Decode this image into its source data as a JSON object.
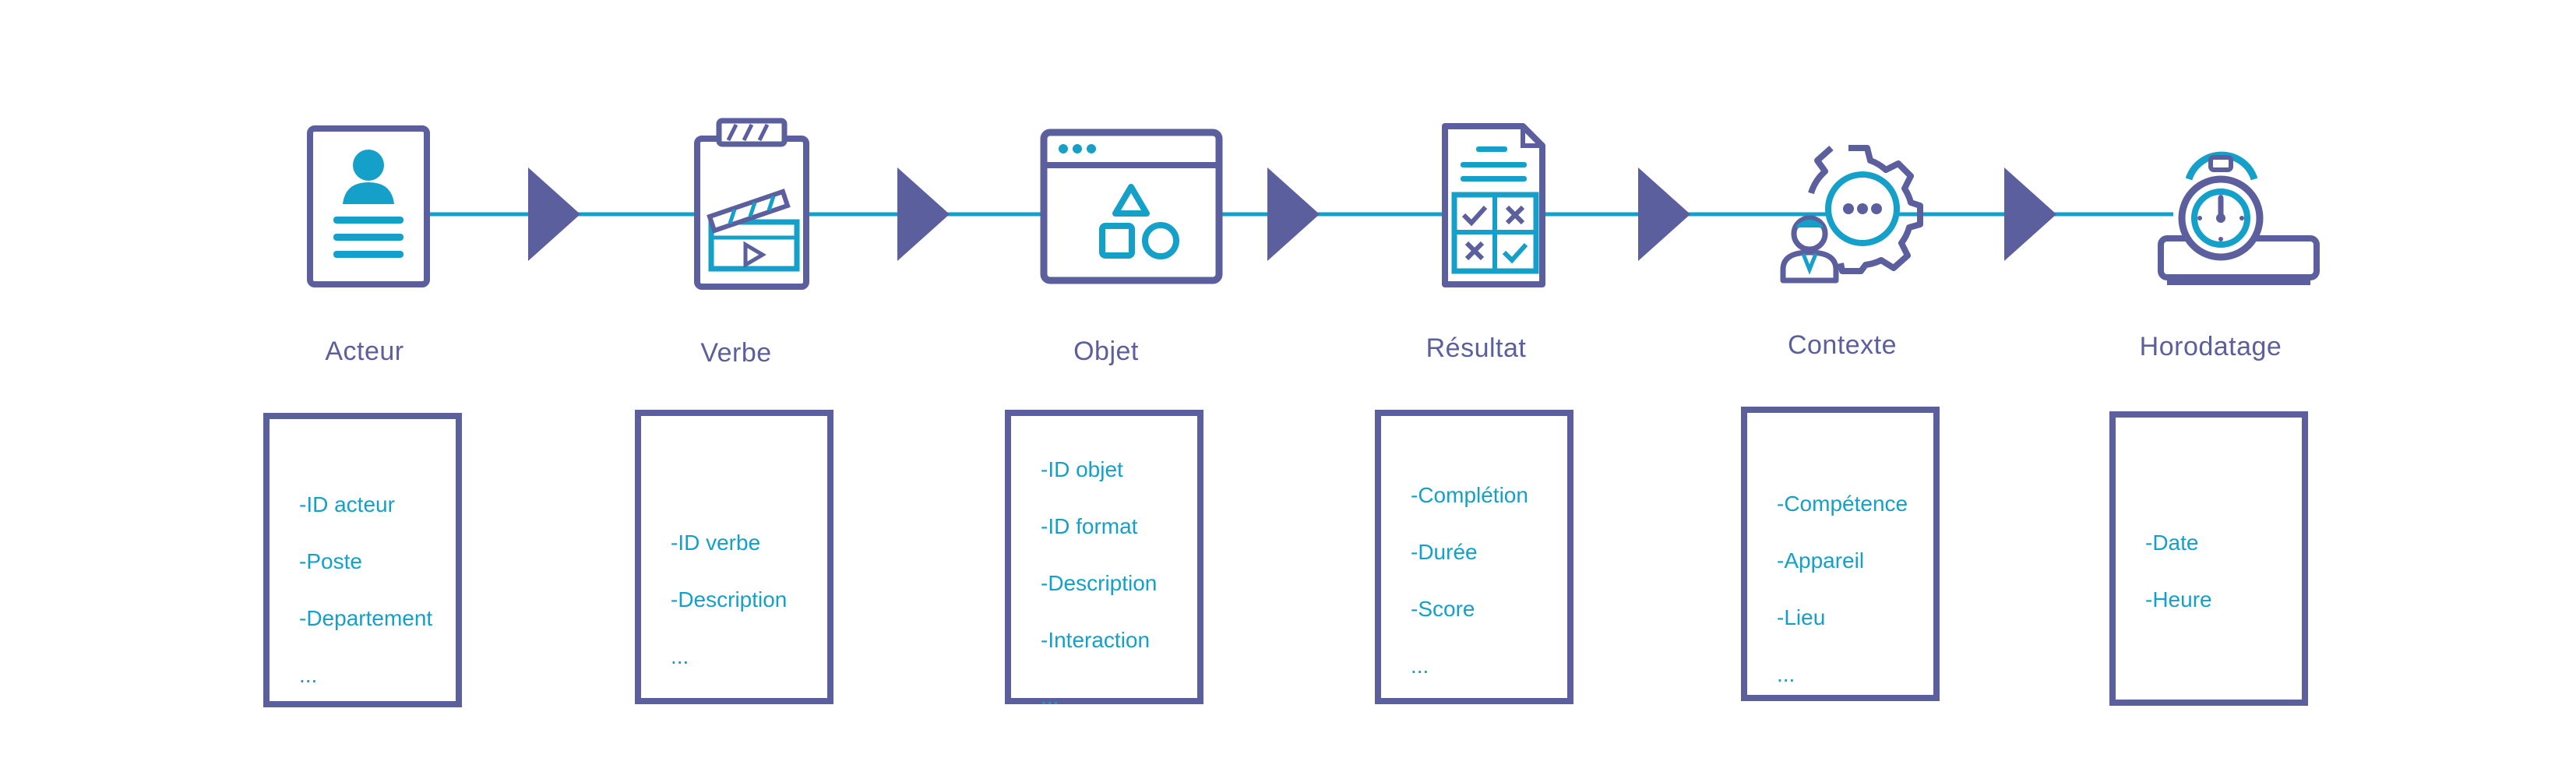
{
  "colors": {
    "primary": "#5c5f9d",
    "accent": "#14a0c8",
    "background": "#ffffff"
  },
  "stages": [
    {
      "label": "Acteur",
      "icon": "id-card-icon",
      "items": [
        "-ID acteur",
        "-Poste",
        "-Departement",
        "..."
      ]
    },
    {
      "label": "Verbe",
      "icon": "clapperboard-icon",
      "items": [
        "-ID verbe",
        "-Description",
        "..."
      ]
    },
    {
      "label": "Objet",
      "icon": "browser-shapes-icon",
      "items": [
        "-ID objet",
        "-ID format",
        "-Description",
        "-Interaction",
        "..."
      ]
    },
    {
      "label": "Résultat",
      "icon": "checklist-document-icon",
      "items": [
        "-Complétion",
        "-Durée",
        "-Score",
        "..."
      ]
    },
    {
      "label": "Contexte",
      "icon": "gear-user-icon",
      "items": [
        "-Compétence",
        "-Appareil",
        "-Lieu",
        "..."
      ]
    },
    {
      "label": "Horodatage",
      "icon": "stopwatch-icon",
      "items": [
        "-Date",
        "-Heure"
      ]
    }
  ]
}
